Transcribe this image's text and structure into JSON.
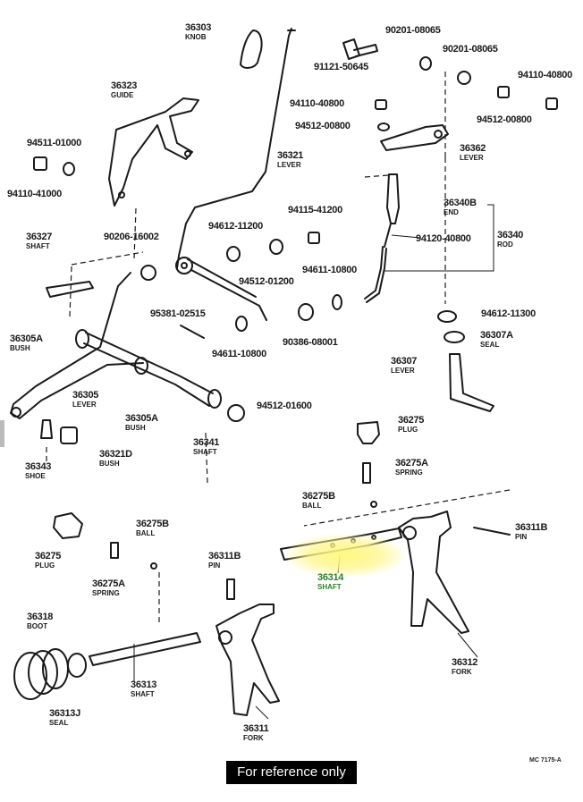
{
  "parts": [
    {
      "id": "36303",
      "name": "KNOB"
    },
    {
      "id": "90201-08065"
    },
    {
      "id": "90201-08065b",
      "text": "90201-08065"
    },
    {
      "id": "91121-50645"
    },
    {
      "id": "94110-40800"
    },
    {
      "id": "36323",
      "name": "GUIDE"
    },
    {
      "id": "94110-40800b",
      "text": "94110-40800"
    },
    {
      "id": "94512-00800"
    },
    {
      "id": "94512-00800b",
      "text": "94512-00800"
    },
    {
      "id": "94511-01000"
    },
    {
      "id": "36362",
      "name": "LEVER"
    },
    {
      "id": "36321",
      "name": "LEVER"
    },
    {
      "id": "94110-41000"
    },
    {
      "id": "36340B",
      "name": "END"
    },
    {
      "id": "94115-41200"
    },
    {
      "id": "94612-11200"
    },
    {
      "id": "36340",
      "name": "ROD"
    },
    {
      "id": "94120-40800"
    },
    {
      "id": "36327",
      "name": "SHAFT"
    },
    {
      "id": "90206-16002"
    },
    {
      "id": "94512-01200"
    },
    {
      "id": "94611-10800"
    },
    {
      "id": "95381-02515"
    },
    {
      "id": "94612-11300"
    },
    {
      "id": "36305A",
      "name": "BUSH"
    },
    {
      "id": "90386-08001"
    },
    {
      "id": "36307A",
      "name": "SEAL"
    },
    {
      "id": "94611-10800b",
      "text": "94611-10800"
    },
    {
      "id": "36307",
      "name": "LEVER"
    },
    {
      "id": "36305",
      "name": "LEVER"
    },
    {
      "id": "36305Ab",
      "text": "36305A",
      "name": "BUSH"
    },
    {
      "id": "94512-01600"
    },
    {
      "id": "36275",
      "name": "PLUG"
    },
    {
      "id": "36341",
      "name": "SHAFT"
    },
    {
      "id": "36343",
      "name": "SHOE"
    },
    {
      "id": "36321D",
      "name": "BUSH"
    },
    {
      "id": "36275A",
      "name": "SPRING"
    },
    {
      "id": "36275B",
      "name": "BALL"
    },
    {
      "id": "36275Bb",
      "text": "36275B",
      "name": "BALL"
    },
    {
      "id": "36311B",
      "name": "PIN"
    },
    {
      "id": "36275b",
      "text": "36275",
      "name": "PLUG"
    },
    {
      "id": "36311Bb",
      "text": "36311B",
      "name": "PIN"
    },
    {
      "id": "36314",
      "name": "SHAFT"
    },
    {
      "id": "36275Ab",
      "text": "36275A",
      "name": "SPRING"
    },
    {
      "id": "36318",
      "name": "BOOT"
    },
    {
      "id": "36313",
      "name": "SHAFT"
    },
    {
      "id": "36312",
      "name": "FORK"
    },
    {
      "id": "36313J",
      "name": "SEAL"
    },
    {
      "id": "36311",
      "name": "FORK"
    }
  ],
  "caption": "For reference only",
  "drawing_code": "MC 7175-A",
  "highlight_color": "#2f7d2a"
}
